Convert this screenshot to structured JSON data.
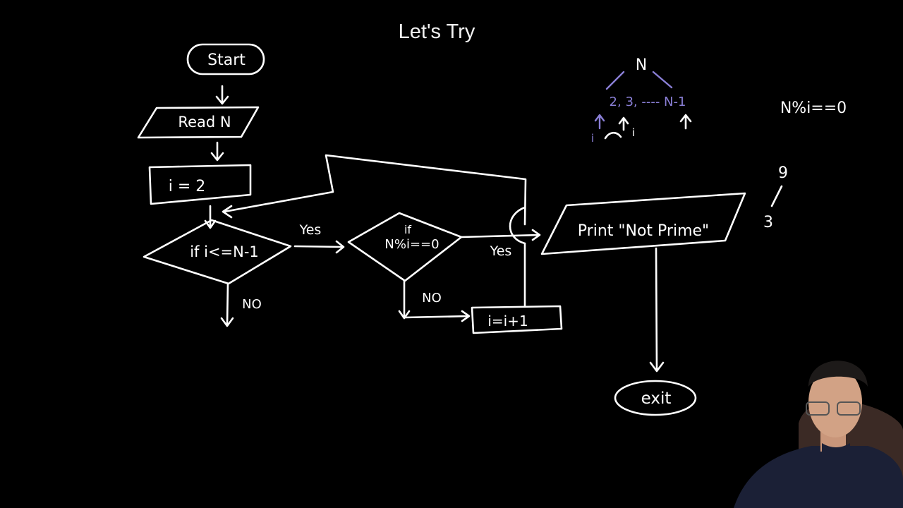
{
  "slide": {
    "title": "Let's Try"
  },
  "flowchart": {
    "start": "Start",
    "read": "Read N",
    "init": "i = 2",
    "loop_condition": "if i<=N-1",
    "yes_label_1": "Yes",
    "no_label_1": "NO",
    "divisible_check_line1": "if",
    "divisible_check_line2": "N%i==0",
    "yes_label_2": "Yes",
    "no_label_2": "NO",
    "increment": "i=i+1",
    "print": "Print \"Not Prime\"",
    "exit": "exit"
  },
  "side_notes": {
    "n_label": "N",
    "range": "2, 3, ---- N-1",
    "i_marker_left": "i",
    "i_marker_mid": "i",
    "condition": "N%i==0",
    "example_top": "9",
    "example_bottom": "3"
  },
  "colors": {
    "background": "#000000",
    "ink": "#ffffff",
    "annotation": "#8a7fd6"
  }
}
